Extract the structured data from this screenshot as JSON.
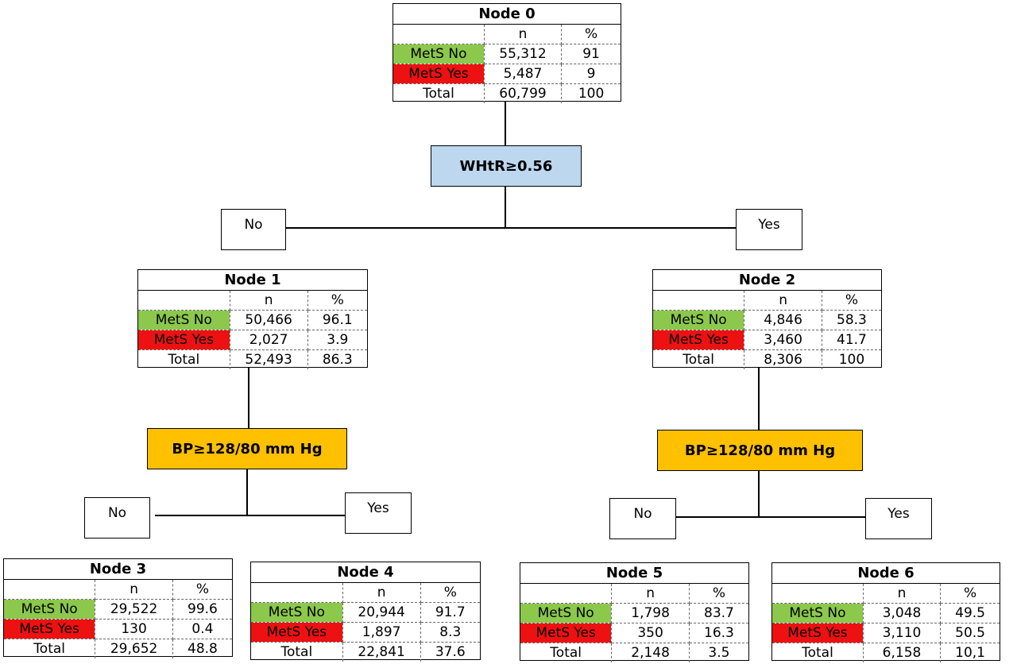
{
  "colors": {
    "mets_no": "#8cc84b",
    "mets_yes": "#ee1111",
    "split_primary": "#bdd7ee",
    "split_secondary": "#ffc000"
  },
  "headers": {
    "n": "n",
    "pct": "%"
  },
  "nodes": [
    {
      "title": "Node 0",
      "rows": [
        {
          "label": "MetS No",
          "n": "55,312",
          "pct": "91"
        },
        {
          "label": "MetS Yes",
          "n": "5,487",
          "pct": "9"
        },
        {
          "label": "Total",
          "n": "60,799",
          "pct": "100"
        }
      ]
    },
    {
      "title": "Node 1",
      "rows": [
        {
          "label": "MetS No",
          "n": "50,466",
          "pct": "96.1"
        },
        {
          "label": "MetS Yes",
          "n": "2,027",
          "pct": "3.9"
        },
        {
          "label": "Total",
          "n": "52,493",
          "pct": "86.3"
        }
      ]
    },
    {
      "title": "Node 2",
      "rows": [
        {
          "label": "MetS No",
          "n": "4,846",
          "pct": "58.3"
        },
        {
          "label": "MetS Yes",
          "n": "3,460",
          "pct": "41.7"
        },
        {
          "label": "Total",
          "n": "8,306",
          "pct": "100"
        }
      ]
    },
    {
      "title": "Node 3",
      "rows": [
        {
          "label": "MetS No",
          "n": "29,522",
          "pct": "99.6"
        },
        {
          "label": "MetS Yes",
          "n": "130",
          "pct": "0.4"
        },
        {
          "label": "Total",
          "n": "29,652",
          "pct": "48.8"
        }
      ]
    },
    {
      "title": "Node 4",
      "rows": [
        {
          "label": "MetS No",
          "n": "20,944",
          "pct": "91.7"
        },
        {
          "label": "MetS Yes",
          "n": "1,897",
          "pct": "8.3"
        },
        {
          "label": "Total",
          "n": "22,841",
          "pct": "37.6"
        }
      ]
    },
    {
      "title": "Node 5",
      "rows": [
        {
          "label": "MetS No",
          "n": "1,798",
          "pct": "83.7"
        },
        {
          "label": "MetS Yes",
          "n": "350",
          "pct": "16.3"
        },
        {
          "label": "Total",
          "n": "2,148",
          "pct": "3.5"
        }
      ]
    },
    {
      "title": "Node 6",
      "rows": [
        {
          "label": "MetS No",
          "n": "3,048",
          "pct": "49.5"
        },
        {
          "label": "MetS Yes",
          "n": "3,110",
          "pct": "50.5"
        },
        {
          "label": "Total",
          "n": "6,158",
          "pct": "10,1"
        }
      ]
    }
  ],
  "splits": {
    "root": "WHtR≥0.56",
    "left": "BP≥128/80 mm Hg",
    "right": "BP≥128/80 mm Hg"
  },
  "branches": {
    "no": "No",
    "yes": "Yes"
  }
}
